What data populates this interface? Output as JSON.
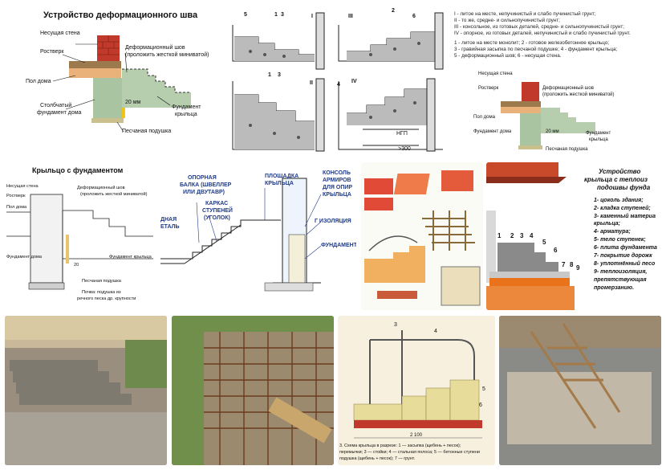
{
  "t1": {
    "title": "Устройство деформационного шва",
    "wall": "Несущая стена",
    "rostverk": "Ростверк",
    "joint": "Деформационный шов",
    "joint2": "(проложить жесткой миниватой)",
    "floor": "Пол дома",
    "pillar": "Столбчатый",
    "pillar2": "фундамент дома",
    "gap": "20 мм",
    "found": "Фундамент",
    "found2": "крыльца",
    "sand": "Песчаная подушка"
  },
  "t2": {
    "n5": "5",
    "n1": "1",
    "n3": "3",
    "nI": "I",
    "nIII": "III",
    "n2": "2",
    "n6": "6",
    "n1b": "1",
    "n3b": "3",
    "nII": "II",
    "n4": "4",
    "nIV": "IV",
    "ngp": "НГП",
    "dim": ">300"
  },
  "t3": {
    "legend": [
      "I - литое на месте, непучинистый и слабо пучинистый грунт;",
      "II - то же, средне- и сильнопучинистый грунт;",
      "III - консольное, из готовых деталей, средне- и сильнопучинистый грунт;",
      "IV - опорное, из готовых деталей, непучинистый и слабо пучинистый грунт.",
      "1 - литое на месте монолит; 2 - готовое железобетонное крыльцо;",
      "3 - гравийная засыпка по песчаной подушке; 4 - фундамент крыльца;",
      "5 - деформационный шов; 6 - несущая стена."
    ],
    "wall": "Несущая стена",
    "rostverk": "Ростверк",
    "joint": "Деформационный шов",
    "joint2": "(проложить жесткой миниватой)",
    "floor": "Пол дома",
    "pillar": "Фундамент дома",
    "gap": "20 мм",
    "found": "Фундамент",
    "found2": "крыльца",
    "sand": "Песчаная подушка"
  },
  "t4": {
    "title": "Крыльцо с фундаментом",
    "wall": "Несущая стена",
    "rostverk": "Ростверк",
    "joint": "Деформационный шов",
    "joint2": "(проложить жесткой миниватой)",
    "floor": "Пол дома",
    "found": "Фундамент дома",
    "found2": "Фундамент крыльца",
    "gap": "20",
    "sand": "Песчаная подушка",
    "sand2": "Почва: подушка из",
    "sand3": "речного песка др. крупности"
  },
  "t5": {
    "beam": "ОПОРНАЯ",
    "beam2": "БАЛКА (ШВЕЛЛЕР",
    "beam3": "ИЛИ ДВУТАВР)",
    "frame": "КАРКАС",
    "frame2": "СТУПЕНЕЙ",
    "frame3": "(УГОЛОК)",
    "platform": "ПЛОЩАДКА",
    "platform2": "КРЫЛЬЦА",
    "console": "КОНСОЛЬ",
    "console2": "АРМИРОВ",
    "console3": "ДЛЯ ОПИР",
    "console4": "КРЫЛЬЦА",
    "left": "ДНАЯ",
    "left2": "ЕТАЛЬ",
    "insul": "Г ИЗОЛЯЦИЯ",
    "fnd": "ФУНДАМЕНТ"
  },
  "t7": {
    "title": "Устройство",
    "title2": "крыльца  с теплоиз",
    "title3": "подошвы фунда",
    "items": [
      "1- цоколь здания;",
      "2- кладка ступеней;",
      "3- каменный материа",
      "    крыльца;",
      "4- арматура;",
      "5- тело ступенек;",
      "6- плита фундамента",
      "7- покрытие дорожк",
      "8- уплотнённый песо",
      "9- теплоизоляция,",
      "    препятствующая",
      "    промерзанию."
    ],
    "nums": [
      "1",
      "2",
      "3",
      "4",
      "5",
      "6",
      "7",
      "8",
      "9"
    ]
  },
  "t10": {
    "caption": "3. Схема крыльца в разрезе: 1 — засыпка (щебень + песок);",
    "caption2": "перемычки; 3 — стойки; 4 — стальная полоса; 5 — бетонные ступени",
    "caption3": "подушка (щебень + песок); 7 — грунт.",
    "dim": "2 100",
    "n3": "3",
    "n4": "4",
    "n5": "5",
    "n6": "6"
  },
  "colors": {
    "brick": "#c0392b",
    "concrete": "#a9c4a0",
    "sand": "#e8dc9a",
    "blue": "#1f3b8a",
    "orange": "#e8731a"
  }
}
